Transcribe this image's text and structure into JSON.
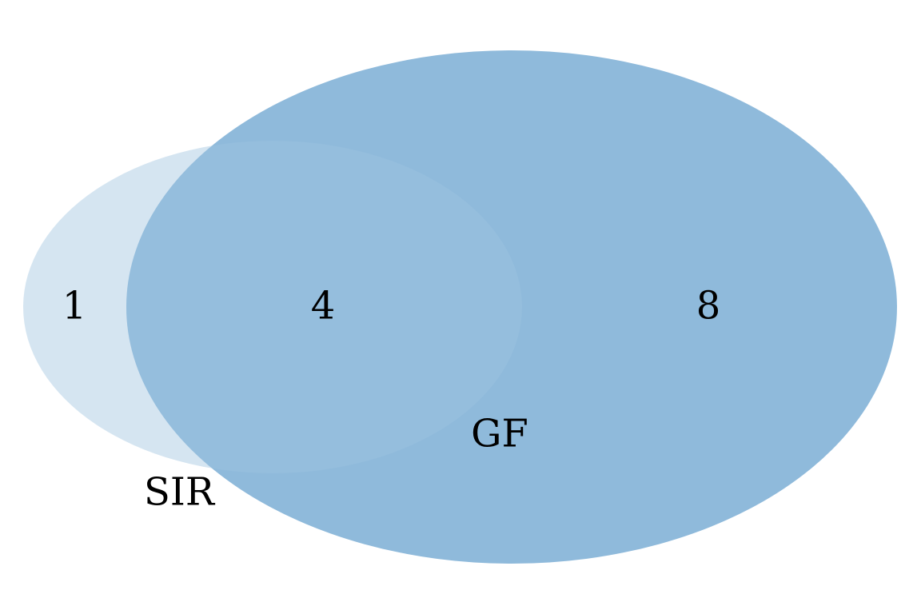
{
  "venn": {
    "sets": [
      {
        "label": "SIR",
        "color": "#c7dcec"
      },
      {
        "label": "GF",
        "color": "#7fb1d6"
      }
    ],
    "regions": {
      "sir_only": "1",
      "intersection": "4",
      "gf_only": "8"
    }
  }
}
